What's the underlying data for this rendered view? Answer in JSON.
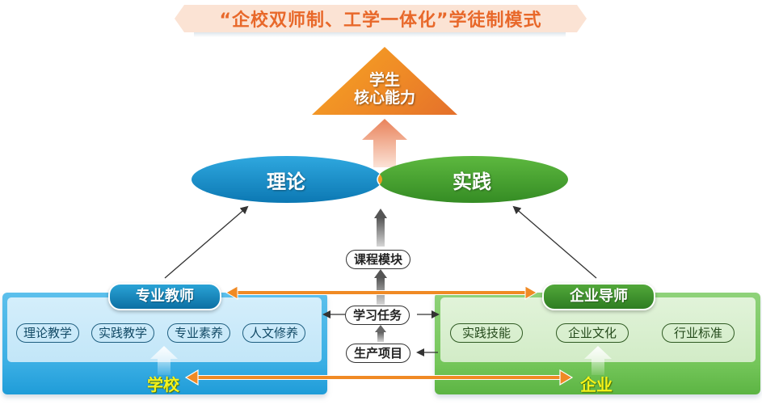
{
  "title": "“企校双师制、工学一体化”学徒制模式",
  "apex": {
    "line1": "学生",
    "line2": "核心能力"
  },
  "ellipses": {
    "theory": "理论",
    "practice": "实践"
  },
  "center": {
    "course_module": "课程模块",
    "learning_task": "学习任务",
    "production_project": "生产项目"
  },
  "school": {
    "badge": "专业教师",
    "label": "学校",
    "items": [
      "理论教学",
      "实践教学",
      "专业素养",
      "人文修养"
    ]
  },
  "company": {
    "badge": "企业导师",
    "label": "企业",
    "items": [
      "实践技能",
      "企业文化",
      "行业标准"
    ]
  },
  "colors": {
    "title_text": "#e8682a",
    "title_bg": "#fbe3d4",
    "apex": "#ef8a26",
    "theory_blue": "#1a8fc8",
    "practice_green": "#4aa233",
    "overlap_orange": "#f39a25",
    "link_orange": "#f08a24",
    "base_label_yellow": "#f5f31a"
  }
}
